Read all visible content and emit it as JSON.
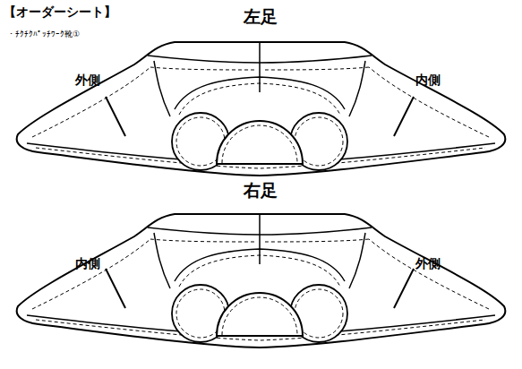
{
  "diagram": {
    "title": "【オーダーシート】",
    "labels": [
      "・ﾁｸﾁｸﾊﾟｯﾁﾜｰｸ靴①",
      "左足",
      "外側",
      "内側",
      "右足",
      "内側",
      "外側"
    ]
  }
}
